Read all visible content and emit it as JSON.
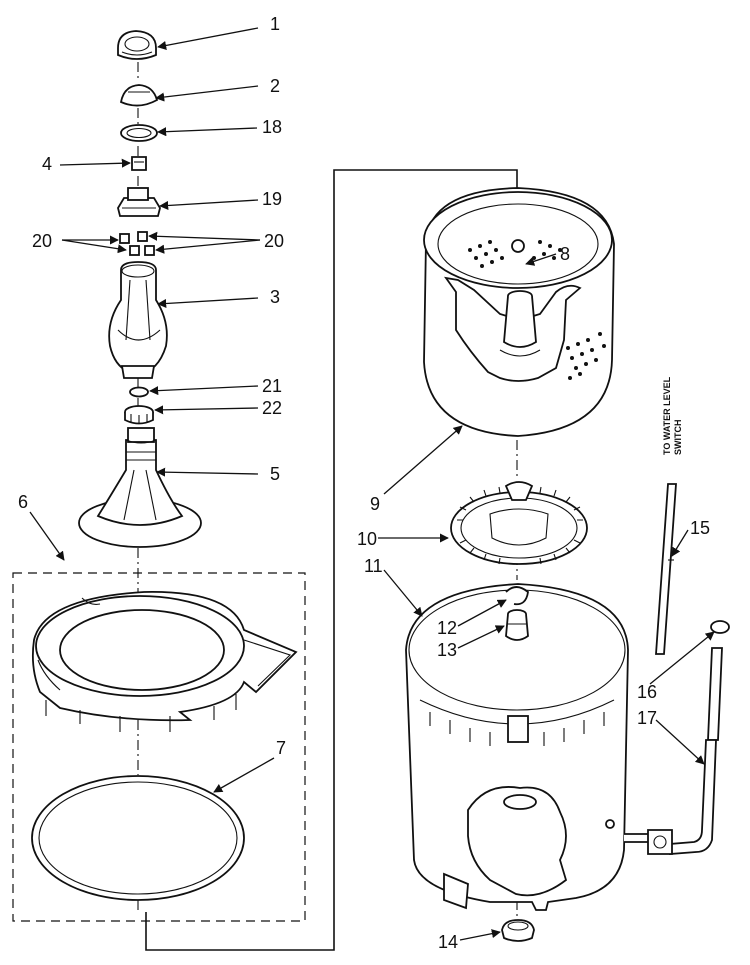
{
  "callouts": {
    "c1": "1",
    "c2": "2",
    "c3": "3",
    "c4": "4",
    "c5": "5",
    "c6": "6",
    "c7": "7",
    "c8": "8",
    "c9": "9",
    "c10": "10",
    "c11": "11",
    "c12": "12",
    "c13": "13",
    "c14": "14",
    "c15": "15",
    "c16": "16",
    "c17": "17",
    "c18": "18",
    "c19": "19",
    "c20a": "20",
    "c20b": "20",
    "c21": "21",
    "c22": "22"
  },
  "note": {
    "line1": "TO WATER LEVEL",
    "line2": "SWITCH"
  }
}
